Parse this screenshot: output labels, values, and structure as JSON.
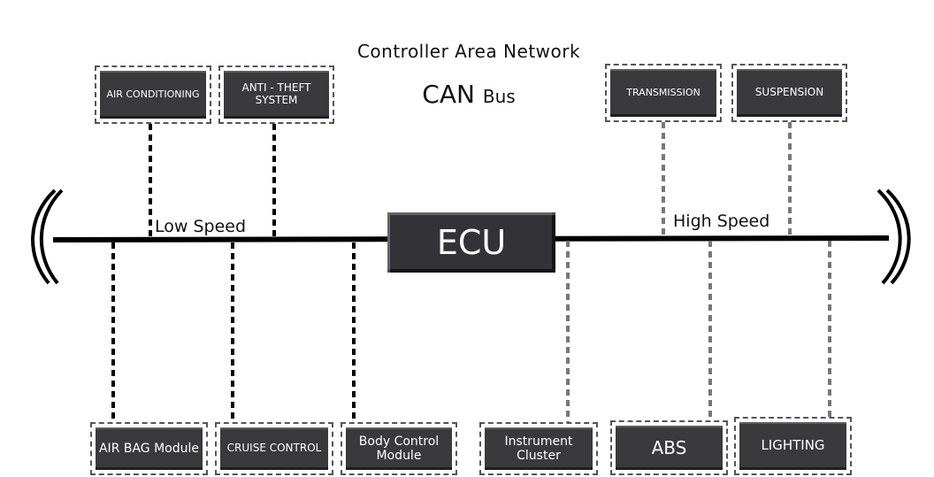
{
  "header": {
    "title": "Controller Area Network",
    "subtitle_main": "CAN",
    "subtitle_small": "Bus"
  },
  "bus": {
    "low_speed_label": "Low Speed",
    "high_speed_label": "High Speed",
    "ecu_label": "ECU"
  },
  "modules": {
    "air_conditioning": "AIR CONDITIONING",
    "anti_theft": "ANTI - THEFT SYSTEM",
    "transmission": "TRANSMISSION",
    "suspension": "SUSPENSION",
    "air_bag": "AIR BAG Module",
    "cruise_control": "CRUISE CONTROL",
    "body_control": "Body Control Module",
    "instrument_cluster": "Instrument Cluster",
    "abs": "ABS",
    "lighting": "LIGHTING"
  }
}
